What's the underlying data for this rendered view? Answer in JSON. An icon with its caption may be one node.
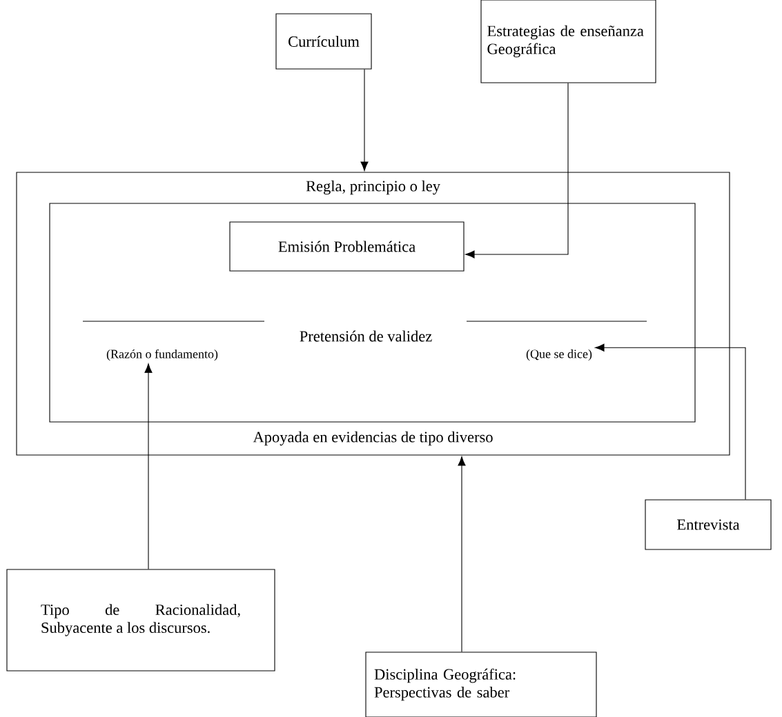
{
  "diagram": {
    "nodes": [
      {
        "text": [
          "Currículum"
        ]
      },
      {
        "text": [
          "Estrategias de enseñanza Geográfica"
        ]
      },
      {
        "text": [
          "Regla, principio o ley",
          "Apoyada en evidencias de tipo diverso"
        ]
      },
      {
        "text": [],
        "shape": "box",
        "in": 2
      },
      {
        "text": [
          "Emisión Problemática"
        ],
        "in": 3
      },
      {
        "text": [
          "Pretensión de validez"
        ],
        "in": 3
      },
      {
        "text": [
          "(Razón o fundamento)"
        ],
        "in": 3
      },
      {
        "text": [
          "(Que se dice)"
        ],
        "in": 3
      },
      {
        "text": [
          "Entrevista"
        ]
      },
      {
        "text": [
          "Tipo de Racionalidad, Subyacente a los discursos."
        ]
      },
      {
        "text": [
          "Disciplina Geográfica: Perspectivas de saber"
        ]
      }
    ],
    "edges": [
      {
        "from": 0,
        "to": 2,
        "arrow": "to"
      },
      {
        "from": 1,
        "to": 4,
        "arrow": "to"
      },
      {
        "from": 8,
        "to": 7,
        "arrow": "to"
      },
      {
        "from": 9,
        "to": 6,
        "arrow": "to"
      },
      {
        "from": 10,
        "to": 2,
        "arrow": "to"
      }
    ]
  }
}
